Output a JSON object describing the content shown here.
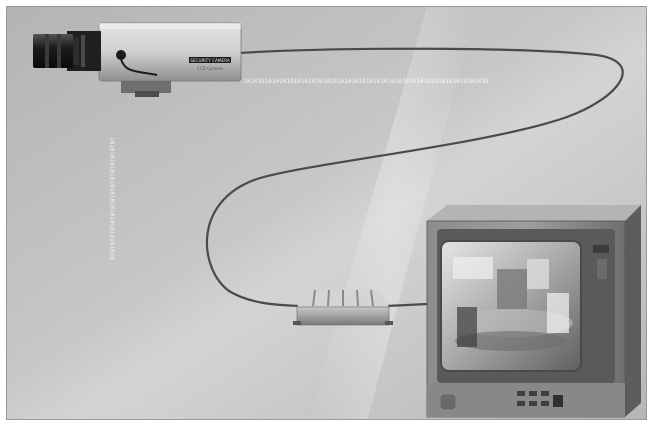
{
  "scene": {
    "kind": "photo-illustration",
    "subjects": [
      "cctv-camera",
      "coaxial-cable",
      "video-converter-box",
      "crt-monitor"
    ],
    "background_color": "#bdbdbd"
  },
  "camera": {
    "brand_text": "SECURITY CAMERA",
    "model_text": "CCD Camera"
  },
  "binary_streams": {
    "horizontal": "10101010101010101010101010101010101010101010101010101010101010101010",
    "vertical": "1010101010101010101010101010101010"
  }
}
